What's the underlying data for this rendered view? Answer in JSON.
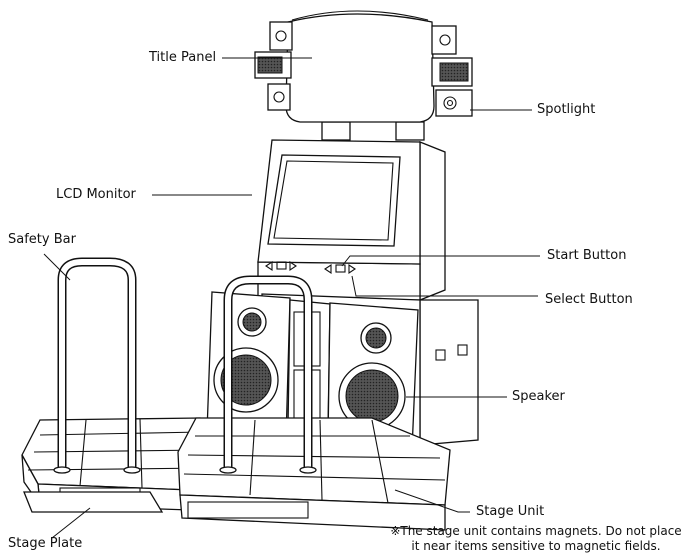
{
  "labels": {
    "title_panel": "Title Panel",
    "spotlight": "Spotlight",
    "lcd_monitor": "LCD Monitor",
    "safety_bar": "Safety Bar",
    "start_button": "Start Button",
    "select_button": "Select Button",
    "speaker": "Speaker",
    "stage_unit": "Stage Unit",
    "stage_plate": "Stage Plate"
  },
  "note": {
    "line1": "※The stage unit contains magnets. Do not place",
    "line2": "it near items sensitive to magnetic fields."
  },
  "colors": {
    "line": "#111111",
    "background": "#ffffff"
  }
}
